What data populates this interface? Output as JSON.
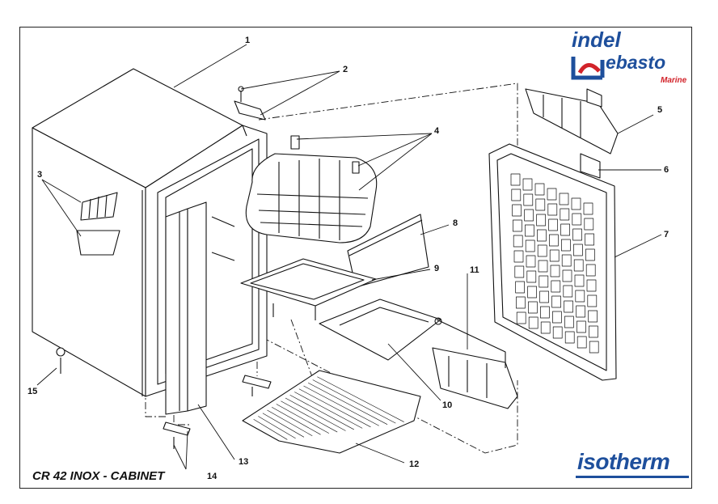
{
  "caption": "CR 42 INOX - CABINET",
  "brands": {
    "indel": "indel",
    "webasto": "ebasto",
    "marine": "Marine",
    "isotherm": "isotherm"
  },
  "colors": {
    "brand_blue": "#1e4f9c",
    "brand_red": "#d2232a",
    "line": "#111111"
  },
  "callouts": [
    "1",
    "2",
    "3",
    "4",
    "5",
    "6",
    "7",
    "8",
    "9",
    "10",
    "11",
    "12",
    "13",
    "14",
    "15"
  ]
}
